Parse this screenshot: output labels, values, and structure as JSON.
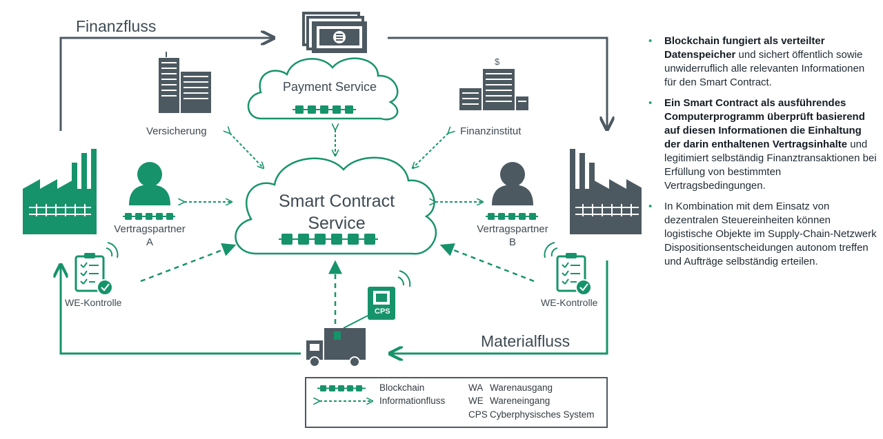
{
  "colors": {
    "green": "#16936a",
    "slate": "#4d5961",
    "text": "#3e4a52"
  },
  "flows": {
    "finance": "Finanzfluss",
    "material": "Materialfluss"
  },
  "nodes": {
    "payment": "Payment Service",
    "smart_line1": "Smart Contract",
    "smart_line2": "Service",
    "insurance": "Versicherung",
    "bank": "Finanzinstitut",
    "partner_a_line1": "Vertragspartner",
    "partner_a_line2": "A",
    "partner_b_line1": "Vertragspartner",
    "partner_b_line2": "B",
    "we_left": "WE-Kontrolle",
    "we_right": "WE-Kontrolle",
    "bank_symbol": "$",
    "cps_chip": "CPS"
  },
  "legend": {
    "left": [
      {
        "symbol": "blockchain-icon",
        "label": "Blockchain"
      },
      {
        "symbol": "information-flow-icon",
        "label": "Informationfluss"
      }
    ],
    "right": [
      {
        "abbr": "WA",
        "label": "Warenausgang"
      },
      {
        "abbr": "WE",
        "label": "Wareneingang"
      },
      {
        "abbr": "CPS",
        "label": "Cyberphysisches System"
      }
    ]
  },
  "notes": [
    {
      "bold": "Blockchain fungiert als verteilter Datenspeicher",
      "rest": " und sichert öffentlich sowie unwiderruflich alle relevanten Informationen für den Smart Contract."
    },
    {
      "bold": "Ein Smart Contract als ausführendes Computerprogramm überprüft basierend auf diesen Informationen die Einhaltung der darin enthaltenen Vertragsinhalte",
      "rest": " und legitimiert selbständig Finanztransaktionen bei Erfüllung von bestimmten Vertragsbedingungen."
    },
    {
      "bold": "",
      "rest": "In Kombination mit dem Einsatz von dezentralen Steuereinheiten können logistische Objekte im Supply-Chain-Netzwerk Dispositionsentscheidungen autonom treffen und Aufträge selbständig erteilen."
    }
  ]
}
